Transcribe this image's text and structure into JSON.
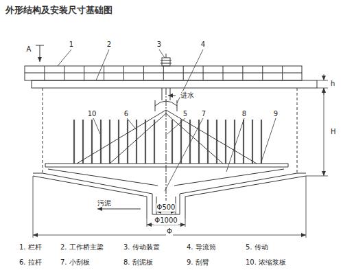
{
  "diagram": {
    "title": "外形结构及安装尺寸基础图",
    "labels": [
      "1",
      "2",
      "3",
      "4",
      "A",
      "进水",
      "h",
      "H",
      "10",
      "6",
      "5",
      "7",
      "8",
      "9",
      "污泥",
      "Φ500",
      "Φ1000",
      "Φ",
      "1. 栏杆",
      "2. 工作桥主梁",
      "3. 传动装置",
      "4. 导流筒",
      "5. 传动",
      "6. 拉杆",
      "7. 小刮板",
      "8. 刮泥板",
      "9. 刮臂",
      "10. 浓缩浆板"
    ]
  }
}
